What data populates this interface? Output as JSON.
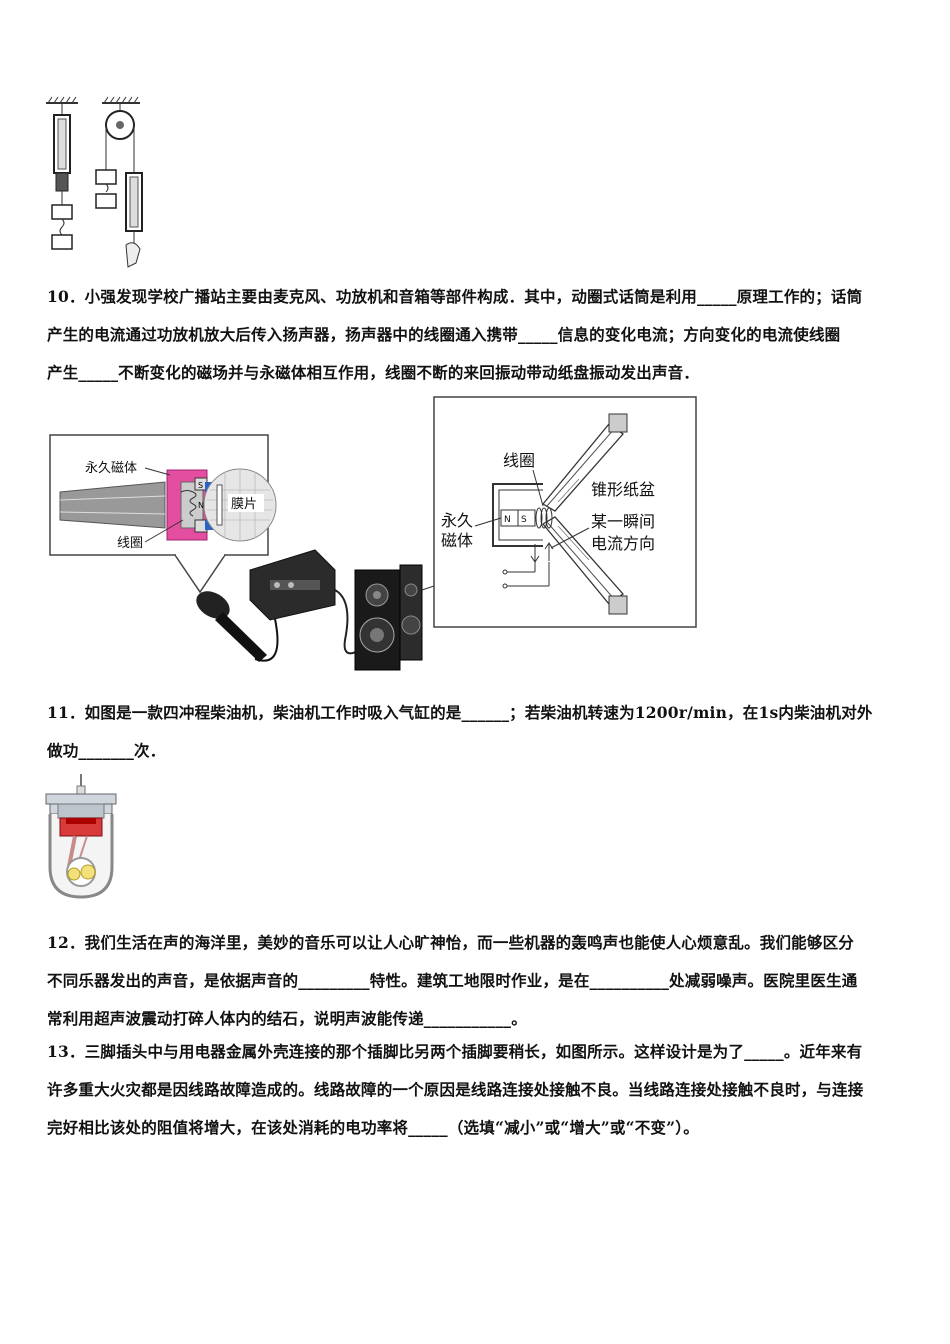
{
  "q10": {
    "lines": [
      "10．小强发现学校广播站主要由麦克风、功放机和音箱等部件构成．其中，动圈式话筒是利用_____原理工作的；话筒",
      "产生的电流通过功放机放大后传入扬声器，扬声器中的线圈通入携带_____信息的变化电流；方向变化的电流使线圈",
      "产生_____不断变化的磁场并与永磁体相互作用，线圈不断的来回振动带动纸盘振动发出声音．"
    ],
    "fig_mic": {
      "label_magnet": "永久磁体",
      "label_coil": "线圈",
      "label_membrane": "膜片",
      "pole_s": "S",
      "pole_n": "N"
    },
    "fig_speaker": {
      "label_coil": "线圈",
      "label_cone": "锥形纸盆",
      "label_magnet_1": "永久",
      "label_magnet_2": "磁体",
      "label_current_1": "某一瞬间",
      "label_current_2": "电流方向",
      "pole_n": "N",
      "pole_s": "S"
    }
  },
  "q11": {
    "lines": [
      "11．如图是一款四冲程柴油机，柴油机工作时吸入气缸的是______；若柴油机转速为1200r/min，在1s内柴油机对外",
      "做功_______次．"
    ]
  },
  "q12": {
    "lines": [
      "12．我们生活在声的海洋里，美妙的音乐可以让人心旷神怡，而一些机器的轰鸣声也能使人心烦意乱。我们能够区分",
      "不同乐器发出的声音，是依据声音的_________特性。建筑工地限时作业，是在__________处减弱噪声。医院里医生通",
      "常利用超声波震动打碎人体内的结石，说明声波能传递___________。"
    ]
  },
  "q13": {
    "lines": [
      "13．三脚插头中与用电器金属外壳连接的那个插脚比另两个插脚要稍长，如图所示。这样设计是为了_____。近年来有",
      "许多重大火灾都是因线路故障造成的。线路故障的一个原因是线路连接处接触不良。当线路连接处接触不良时，与连接",
      "完好相比该处的阻值将增大，在该处消耗的电功率将_____（选填“减小”或“增大”或“不变”）。"
    ]
  }
}
